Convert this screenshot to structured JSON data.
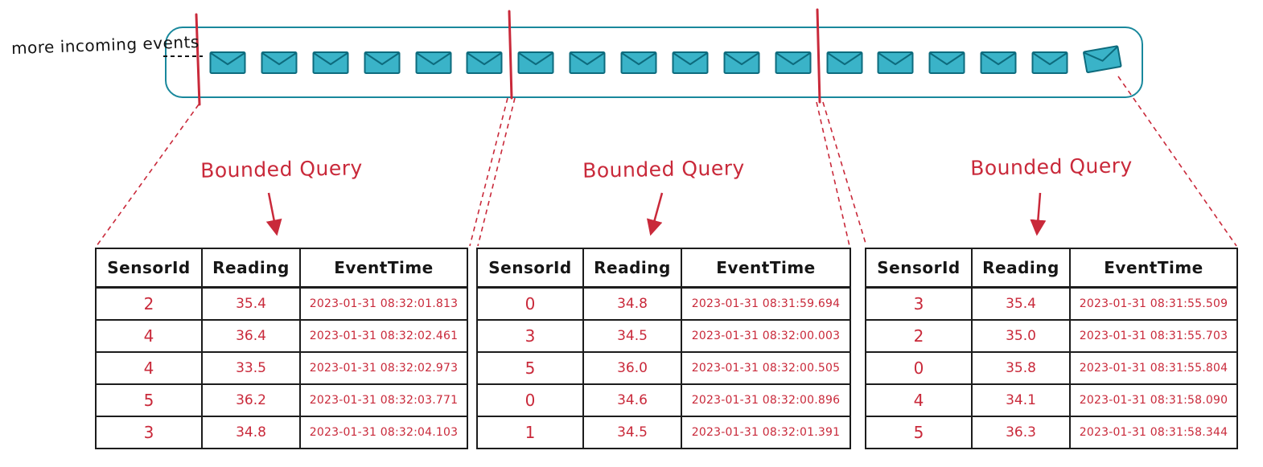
{
  "stream": {
    "label": "more incoming events",
    "envelope_count": 18
  },
  "queries": [
    {
      "label": "Bounded Query",
      "headers": [
        "SensorId",
        "Reading",
        "EventTime"
      ],
      "rows": [
        [
          "2",
          "35.4",
          "2023-01-31 08:32:01.813"
        ],
        [
          "4",
          "36.4",
          "2023-01-31 08:32:02.461"
        ],
        [
          "4",
          "33.5",
          "2023-01-31 08:32:02.973"
        ],
        [
          "5",
          "36.2",
          "2023-01-31 08:32:03.771"
        ],
        [
          "3",
          "34.8",
          "2023-01-31 08:32:04.103"
        ]
      ]
    },
    {
      "label": "Bounded Query",
      "headers": [
        "SensorId",
        "Reading",
        "EventTime"
      ],
      "rows": [
        [
          "0",
          "34.8",
          "2023-01-31 08:31:59.694"
        ],
        [
          "3",
          "34.5",
          "2023-01-31 08:32:00.003"
        ],
        [
          "5",
          "36.0",
          "2023-01-31 08:32:00.505"
        ],
        [
          "0",
          "34.6",
          "2023-01-31 08:32:00.896"
        ],
        [
          "1",
          "34.5",
          "2023-01-31 08:32:01.391"
        ]
      ]
    },
    {
      "label": "Bounded Query",
      "headers": [
        "SensorId",
        "Reading",
        "EventTime"
      ],
      "rows": [
        [
          "3",
          "35.4",
          "2023-01-31 08:31:55.509"
        ],
        [
          "2",
          "35.0",
          "2023-01-31 08:31:55.703"
        ],
        [
          "0",
          "35.8",
          "2023-01-31 08:31:55.804"
        ],
        [
          "4",
          "34.1",
          "2023-01-31 08:31:58.090"
        ],
        [
          "5",
          "36.3",
          "2023-01-31 08:31:58.344"
        ]
      ]
    }
  ],
  "colors": {
    "red": "#c9293a",
    "ink": "#1c1c1c",
    "teal_fill": "#3ab3c8",
    "teal_stroke": "#0d6b7d",
    "pipe_stroke": "#19889c"
  }
}
